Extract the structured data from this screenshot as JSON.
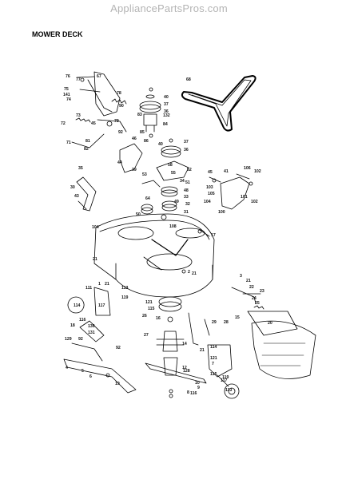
{
  "watermark": "AppliancePartsPros.com",
  "title": "MOWER DECK",
  "part_numbers": [
    "76",
    "77",
    "67",
    "75",
    "141",
    "74",
    "73",
    "78",
    "90",
    "72",
    "45",
    "79",
    "92",
    "71",
    "81",
    "82",
    "40",
    "37",
    "36",
    "83",
    "132",
    "84",
    "85",
    "86",
    "68",
    "40",
    "37",
    "36",
    "46",
    "44",
    "58",
    "55",
    "39",
    "53",
    "52",
    "51",
    "34",
    "48",
    "64",
    "33",
    "49",
    "32",
    "50",
    "31",
    "35",
    "30",
    "43",
    "45",
    "41",
    "106",
    "102",
    "103",
    "105",
    "104",
    "100",
    "101",
    "102",
    "104",
    "108",
    "17",
    "21",
    "21",
    "1",
    "21",
    "113",
    "111",
    "114",
    "116",
    "117",
    "119",
    "121",
    "115",
    "2",
    "3",
    "21",
    "22",
    "23",
    "24",
    "25",
    "26",
    "16",
    "15",
    "28",
    "29",
    "20",
    "27",
    "14",
    "18",
    "130",
    "131",
    "129",
    "92",
    "92",
    "4",
    "5",
    "6",
    "19",
    "21",
    "114",
    "121",
    "12",
    "128",
    "7",
    "115",
    "119",
    "117",
    "10",
    "9",
    "8",
    "116",
    "113"
  ]
}
